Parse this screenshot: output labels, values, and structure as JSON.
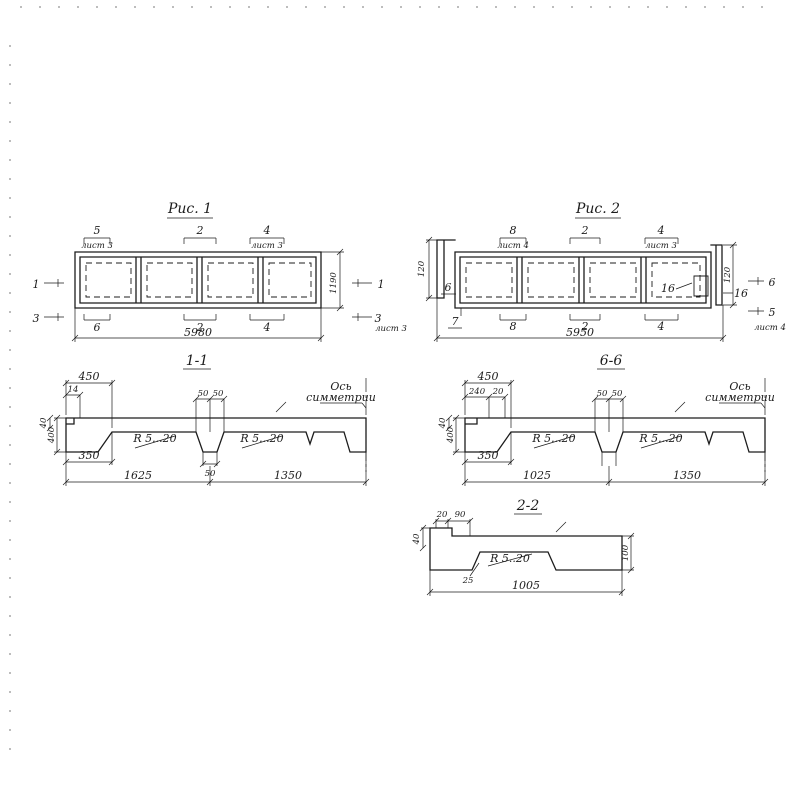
{
  "meta": {
    "ink": "#1c1c1c",
    "paper": "#ffffff"
  },
  "fig1": {
    "title": "Рис. 1",
    "c5": "5",
    "c5s": "лист 3",
    "c2t": "2",
    "c4t": "4",
    "c4s": "лист 3",
    "s1l": "1",
    "s3l": "3",
    "s1r": "1",
    "s3r": "3",
    "s3rs": "лист 3",
    "h": "1190",
    "c6": "6",
    "c2b": "2",
    "c4b": "4",
    "total": "5980"
  },
  "fig2": {
    "title": "Рис. 2",
    "c8t": "8",
    "c8s": "лист 4",
    "c2t": "2",
    "c4t": "4",
    "c4s": "лист 3",
    "s6l": "6",
    "s7": "7",
    "dl": "120",
    "c16a": "16",
    "c16b": "16",
    "s6r": "6",
    "s5r": "5",
    "s5s": "лист 4",
    "dr": "120",
    "c8b": "8",
    "c2b": "2",
    "c4b": "4",
    "total": "5950"
  },
  "s11": {
    "title": "1-1",
    "d450": "450",
    "d14": "14",
    "d50a": "50",
    "d50b": "50",
    "d50c": "50",
    "d400": "400",
    "d40": "40",
    "d350": "350",
    "d1625": "1625",
    "d1350": "1350",
    "r1": "R 5...20",
    "r2": "R 5...20",
    "ax1": "Ось",
    "ax2": "симметрии"
  },
  "s66": {
    "title": "6-6",
    "d450": "450",
    "d240": "240",
    "d20": "20",
    "d50a": "50",
    "d50b": "50",
    "d400": "400",
    "d40": "40",
    "d350": "350",
    "d1025": "1025",
    "d1350": "1350",
    "r1": "R 5...20",
    "r2": "R 5...20",
    "ax1": "Ось",
    "ax2": "симметрии"
  },
  "s22": {
    "title": "2-2",
    "d20": "20",
    "d90": "90",
    "d40": "40",
    "d25": "25",
    "d100": "100",
    "d1005": "1005",
    "r1": "R 5..20"
  }
}
